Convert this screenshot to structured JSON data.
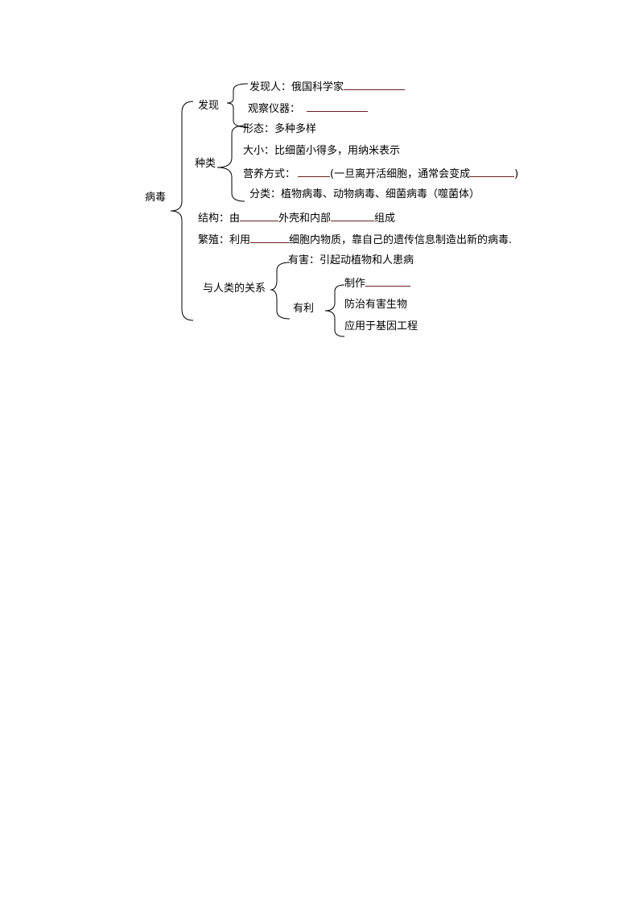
{
  "root": {
    "label": "病毒"
  },
  "discovery": {
    "label": "发现",
    "discoverer": {
      "label": "发现人：俄国科学家",
      "blank": ""
    },
    "instrument": {
      "label": "观察仪器：",
      "blank": ""
    }
  },
  "types": {
    "label": "种类",
    "shape": "形态：多种多样",
    "size": "大小：比细菌小得多，用纳米表示",
    "nutrition": {
      "label": "营养方式：",
      "blank1": "",
      "middle": "(一旦离开活细胞，通常会变成",
      "blank2": "",
      "end": ")"
    },
    "classification": "分类：植物病毒、动物病毒、细菌病毒（噬菌体）"
  },
  "structure": {
    "prefix": "结构：由",
    "middle": "外壳和内部",
    "suffix": "组成"
  },
  "reproduction": {
    "prefix": "繁殖：利用",
    "suffix": "细胞内物质，靠自己的遗传信息制造出新的病毒."
  },
  "relation": {
    "label": "与人类的关系",
    "harmful": "有害：引起动植物和人患病",
    "beneficial": {
      "label": "有利",
      "items": [
        "制作",
        "防治有害生物",
        "应用于基因工程"
      ]
    }
  },
  "colors": {
    "blank_line": "#6b1f1f",
    "text": "#000000"
  }
}
